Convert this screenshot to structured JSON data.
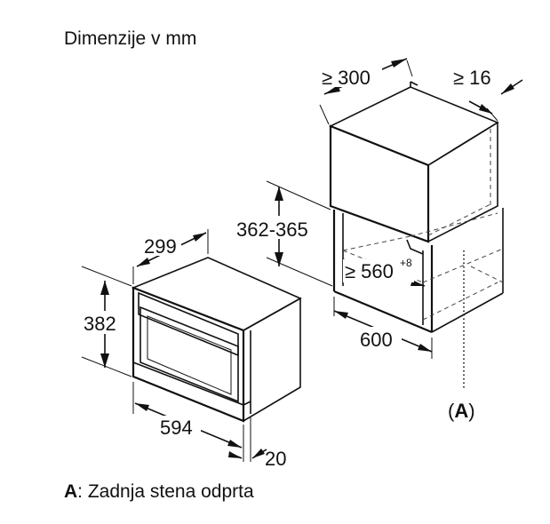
{
  "title": "Dimenzije v mm",
  "dimensions": {
    "cabinet_depth": "≥ 300",
    "cabinet_side": "≥ 16",
    "niche_height": "362-365",
    "niche_width": "≥ 560",
    "niche_width_tol": "+8",
    "cabinet_width": "600",
    "appliance_depth": "299",
    "appliance_height": "382",
    "appliance_width": "594",
    "front_depth": "20"
  },
  "marker": {
    "open": "(",
    "letter": "A",
    "close": ")"
  },
  "legend": {
    "key": "A",
    "text": ": Zadnja stena odprta"
  }
}
